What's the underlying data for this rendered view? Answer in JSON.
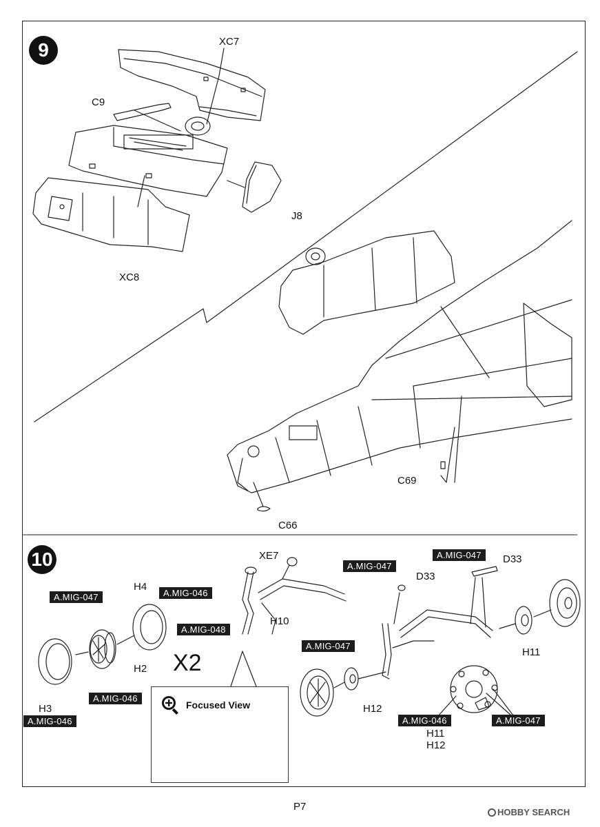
{
  "steps": {
    "step9": {
      "number": "9",
      "part_labels": {
        "xc7": "XC7",
        "c9": "C9",
        "j8": "J8",
        "xc8": "XC8",
        "c69": "C69",
        "c66": "C66"
      }
    },
    "step10": {
      "number": "10",
      "part_labels": {
        "h4": "H4",
        "h2": "H2",
        "h3": "H3",
        "xe7": "XE7",
        "h10": "H10",
        "d33_left": "D33",
        "d33_right": "D33",
        "h11": "H11",
        "h12": "H12",
        "h11_detail": "H11",
        "h12_detail": "H12"
      },
      "paint_codes": {
        "a047_left": "A.MIG-047",
        "a046_top": "A.MIG-046",
        "a048": "A.MIG-048",
        "a046_hub": "A.MIG-046",
        "a046_tire": "A.MIG-046",
        "a047_strut": "A.MIG-047",
        "a047_top_right": "A.MIG-047",
        "a047_wheel": "A.MIG-047",
        "a046_detail": "A.MIG-046",
        "a047_detail": "A.MIG-047"
      },
      "multiplier": "X2",
      "focused_view_label": "Focused View"
    }
  },
  "footer": {
    "page_number": "P7",
    "watermark": "HOBBY SEARCH"
  },
  "icons": {
    "focused_view": "magnifier-plus-icon",
    "watermark_logo": "circle-logo-icon"
  }
}
